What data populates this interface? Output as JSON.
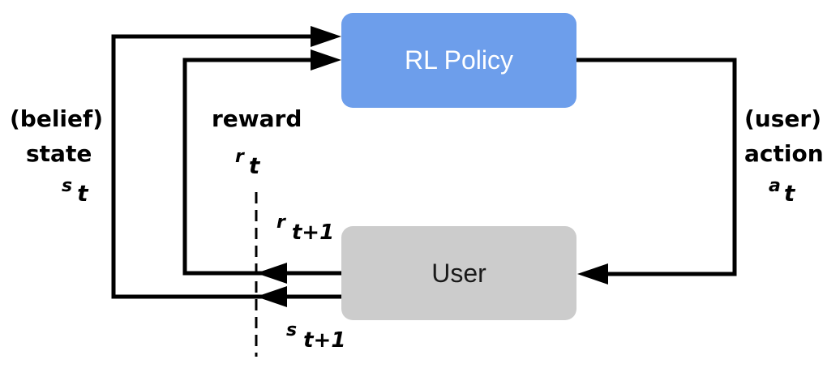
{
  "policy": {
    "label": "RL Policy",
    "color": "#6d9eeb"
  },
  "user": {
    "label": "User",
    "color": "#cccccc"
  },
  "labels": {
    "belief_1": "(belief)",
    "belief_2": "state",
    "belief_sym": "s",
    "belief_sub": "t",
    "reward_1": "reward",
    "reward_sym": "r",
    "reward_sub": "t",
    "action_1": "(user)",
    "action_2": "action",
    "action_sym": "a",
    "action_sub": "t",
    "r_next_sym": "r",
    "r_next_sub": "t+1",
    "s_next_sym": "s",
    "s_next_sub": "t+1"
  }
}
